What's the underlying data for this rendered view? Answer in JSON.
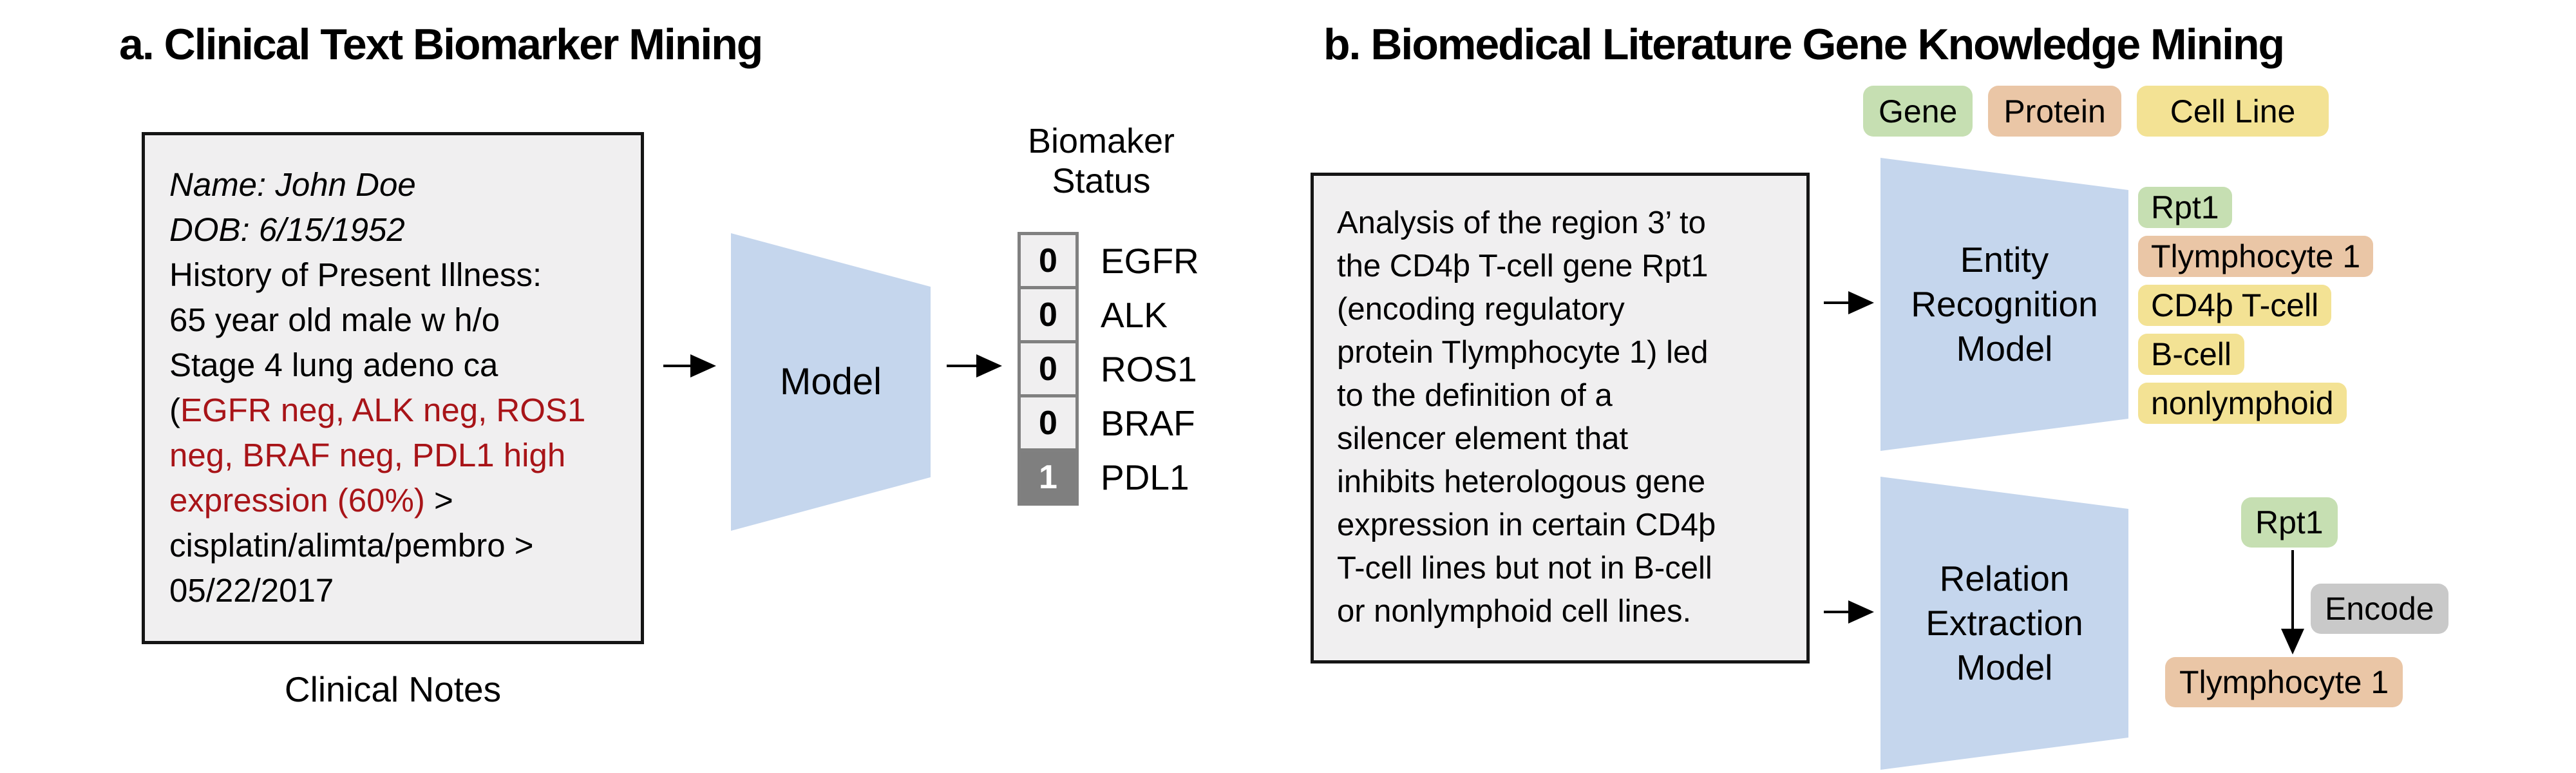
{
  "panel_a": {
    "title": "a. Clinical Text Biomarker Mining",
    "clinical_note": {
      "segments": [
        {
          "style": "italic",
          "text": "Name: John Doe\nDOB: 6/15/1952\n"
        },
        {
          "style": "normal",
          "text": "History of Present Illness:\n65 year old male w h/o\nStage 4 lung adeno ca\n("
        },
        {
          "style": "red",
          "text": "EGFR neg, ALK neg, ROS1\nneg, BRAF neg, PDL1 high\nexpression (60%)"
        },
        {
          "style": "normal",
          "text": " >\ncisplatin/alimta/pembro >\n05/22/2017"
        }
      ],
      "caption": "Clinical Notes"
    },
    "model_label": "Model",
    "output": {
      "header": "Biomaker\nStatus",
      "rows": [
        {
          "value": "0",
          "label": "EGFR",
          "state": "off"
        },
        {
          "value": "0",
          "label": "ALK",
          "state": "off"
        },
        {
          "value": "0",
          "label": "ROS1",
          "state": "off"
        },
        {
          "value": "0",
          "label": "BRAF",
          "state": "off"
        },
        {
          "value": "1",
          "label": "PDL1",
          "state": "on"
        }
      ]
    }
  },
  "panel_b": {
    "title": "b. Biomedical Literature Gene Knowledge Mining",
    "legend": [
      {
        "label": "Gene",
        "type": "gene"
      },
      {
        "label": "Protein",
        "type": "protein"
      },
      {
        "label": "Cell Line",
        "type": "cellline"
      }
    ],
    "abstract_text": "Analysis of the region 3’ to\nthe CD4þ T-cell gene Rpt1\n(encoding regulatory\nprotein Tlymphocyte 1) led\nto the definition of a\nsilencer element that\ninhibits heterologous gene\nexpression in certain CD4þ\nT-cell lines but not in B-cell\nor nonlymphoid cell lines.",
    "er_model_label": "Entity Recognition Model",
    "re_model_label": "Relation Extraction Model",
    "entities": [
      {
        "text": "Rpt1",
        "type": "gene"
      },
      {
        "text": "Tlymphocyte 1",
        "type": "protein"
      },
      {
        "text": "CD4þ T-cell",
        "type": "cellline"
      },
      {
        "text": "B-cell",
        "type": "cellline"
      },
      {
        "text": "nonlymphoid",
        "type": "cellline"
      }
    ],
    "relation": {
      "head": {
        "text": "Rpt1",
        "type": "gene"
      },
      "label": {
        "text": "Encode",
        "type": "relation"
      },
      "tail": {
        "text": "Tlymphocyte 1",
        "type": "protein"
      }
    }
  },
  "colors": {
    "note-bg": "#f0eff0",
    "red": "#a81418",
    "blue": "#c5d6ed",
    "gene": "#c6dfb2",
    "protein": "#eac6a6",
    "cellline": "#f3e294",
    "relation": "#c9c9c9",
    "cell-on": "#7f7f7f",
    "cell-border": "#808080"
  }
}
